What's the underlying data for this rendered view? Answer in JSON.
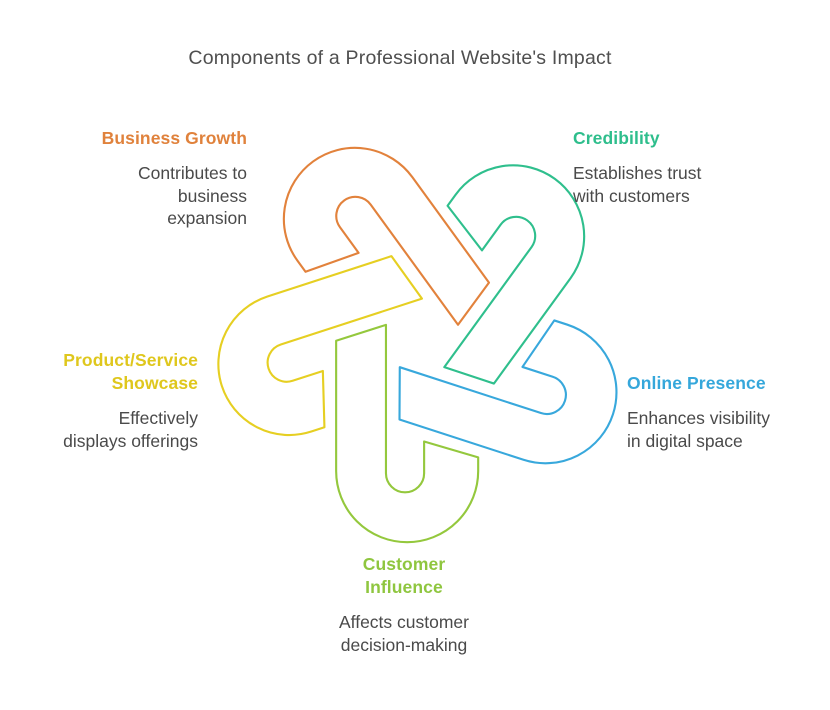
{
  "title": "Components of a Professional Website's Impact",
  "title_color": "#4F4F4F",
  "text_color": "#4A4A4A",
  "sections": [
    {
      "label": "Business Growth",
      "description": "Contributes to\nbusiness\nexpansion",
      "color": "#E0823C"
    },
    {
      "label": "Credibility",
      "description": "Establishes trust\nwith customers",
      "color": "#2EBE8C"
    },
    {
      "label": "Product/Service\nShowcase",
      "description": "Effectively\ndisplays offerings",
      "color": "#DFC71D"
    },
    {
      "label": "Online Presence",
      "description": "Enhances visibility\nin digital space",
      "color": "#35A7DB"
    },
    {
      "label": "Customer\nInfluence",
      "description": "Affects customer\ndecision-making",
      "color": "#8FC63F"
    }
  ],
  "knot": {
    "loops": [
      {
        "name": "business-growth",
        "color": "#E2823C"
      },
      {
        "name": "credibility",
        "color": "#2FBF8D"
      },
      {
        "name": "product-service-showcase",
        "color": "#E6CF22"
      },
      {
        "name": "online-presence",
        "color": "#38A8DC"
      },
      {
        "name": "customer-influence",
        "color": "#94C83D"
      }
    ]
  }
}
